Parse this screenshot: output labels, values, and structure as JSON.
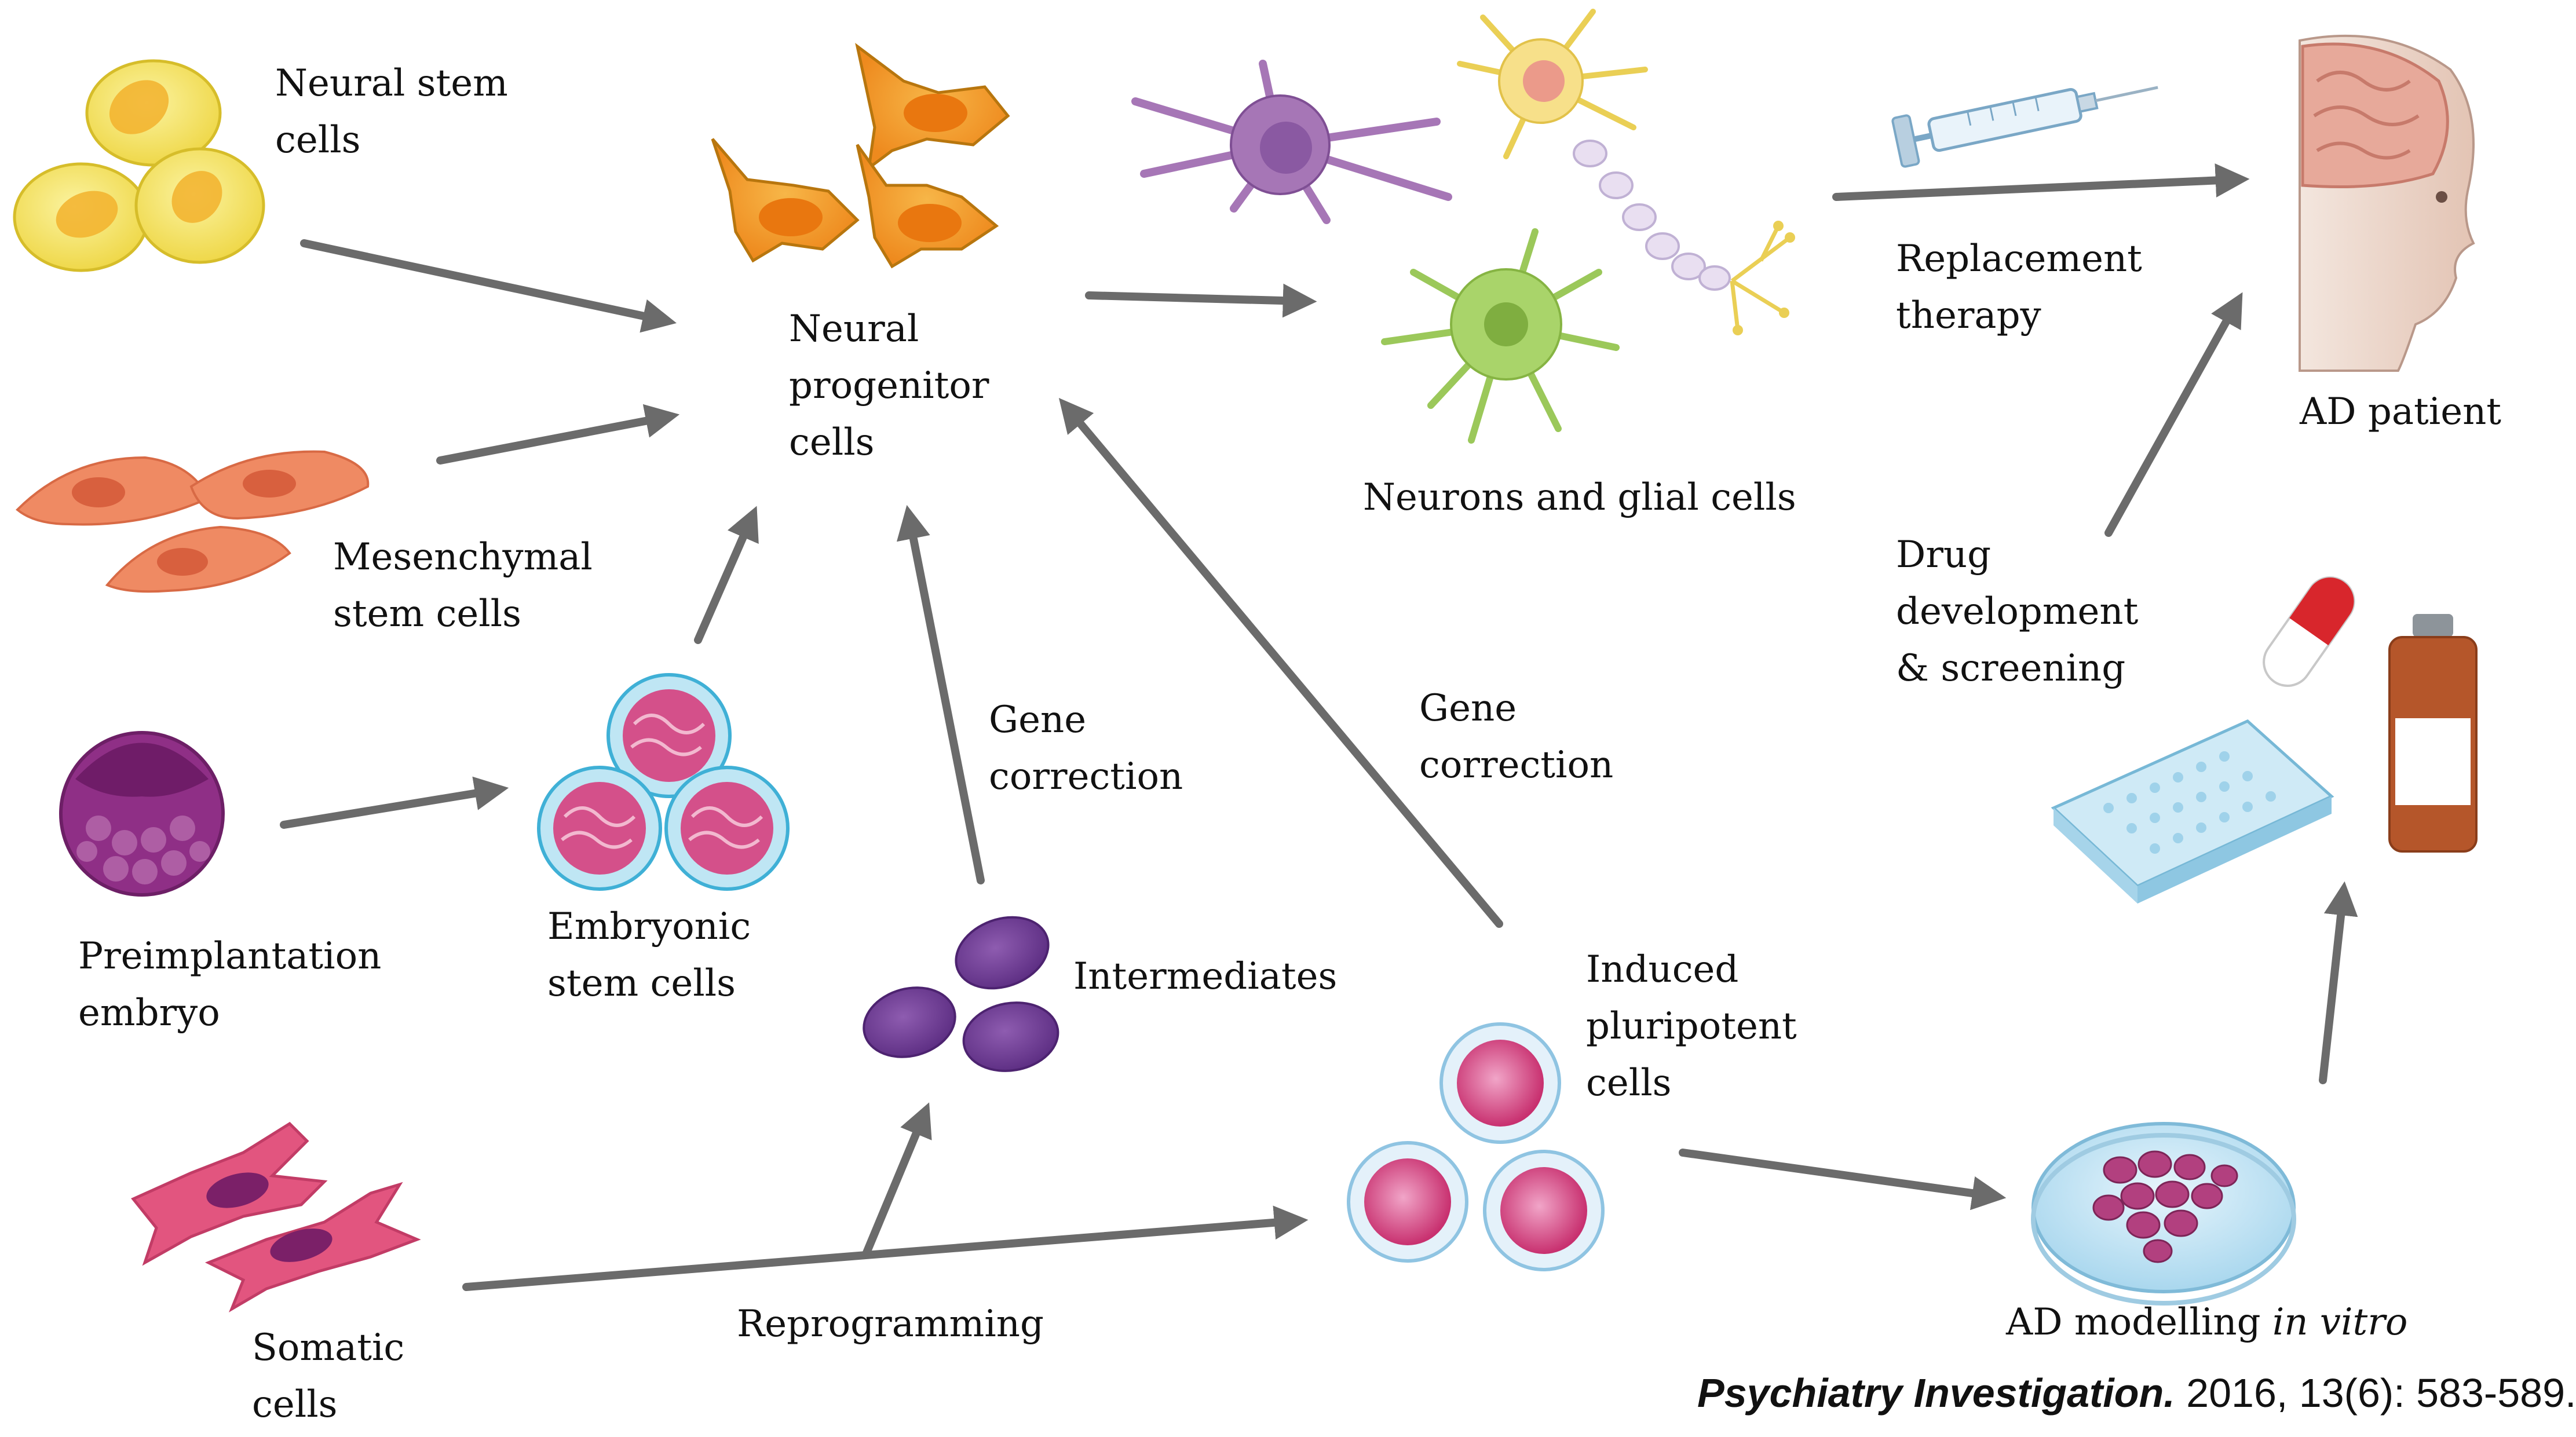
{
  "labels": {
    "neural_stem": [
      "Neural stem",
      "cells"
    ],
    "mesenchymal": [
      "Mesenchymal",
      "stem cells"
    ],
    "preimplantation": [
      "Preimplantation",
      "embryo"
    ],
    "somatic": [
      "Somatic",
      "cells"
    ],
    "neural_progenitor": [
      "Neural",
      "progenitor",
      "cells"
    ],
    "embryonic": [
      "Embryonic",
      "stem cells"
    ],
    "gene_correction_1": [
      "Gene",
      "correction"
    ],
    "intermediates": "Intermediates",
    "reprogramming": "Reprogramming",
    "neurons_glial": "Neurons and glial cells",
    "gene_correction_2": [
      "Gene",
      "correction"
    ],
    "induced": [
      "Induced",
      "pluripotent",
      "cells"
    ],
    "replacement": [
      "Replacement",
      "therapy"
    ],
    "ad_patient": "AD patient",
    "drug": [
      "Drug",
      "development",
      "& screening"
    ],
    "ad_modelling": "AD modelling",
    "ad_modelling_italic": "in vitro"
  },
  "citation": {
    "journal": "Psychiatry Investigation.",
    "details": " 2016, 13(6): 583-589."
  },
  "colors": {
    "arrow": "#6b6b6b",
    "neural_stem": "#f3e35a",
    "progenitor": "#f2a02a",
    "mesenchymal": "#ef8a63",
    "embryo": "#8f2f86",
    "embryonic": "#3fb0d6",
    "somatic": "#e2557f",
    "intermediates": "#6d3d8f",
    "ipsc": "#d24e8b",
    "neuron_purple": "#a676b6",
    "neuron_green": "#9bc85a",
    "brain": "#e7a99a"
  }
}
